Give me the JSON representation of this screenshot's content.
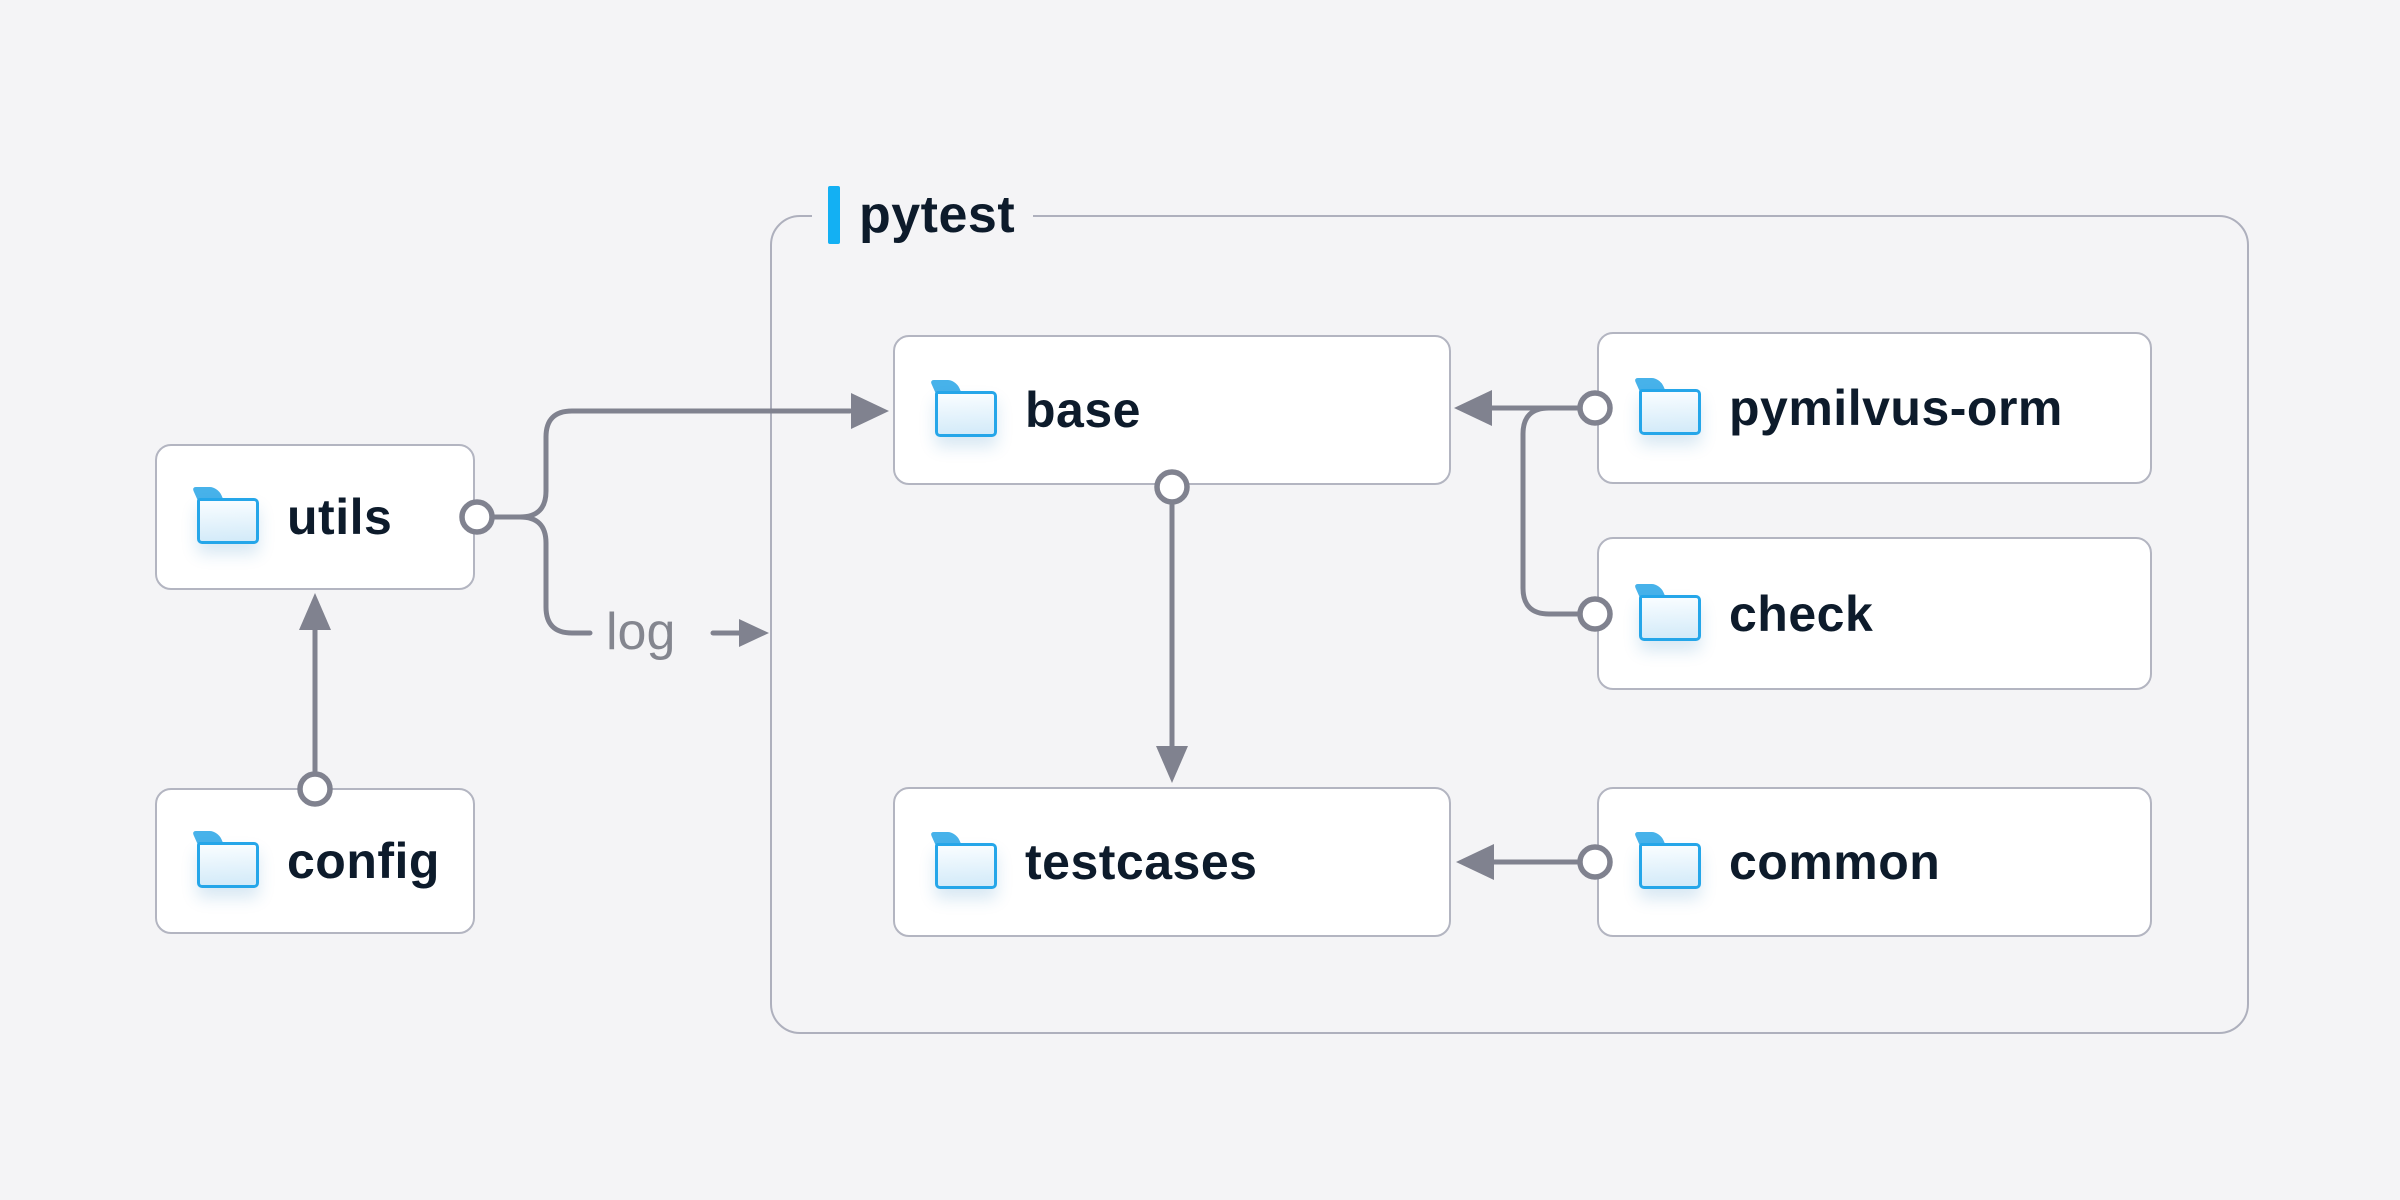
{
  "container": {
    "label": "pytest"
  },
  "nodes": [
    {
      "id": "utils",
      "label": "utils"
    },
    {
      "id": "config",
      "label": "config"
    },
    {
      "id": "base",
      "label": "base"
    },
    {
      "id": "pymilvus-orm",
      "label": "pymilvus-orm"
    },
    {
      "id": "check",
      "label": "check"
    },
    {
      "id": "testcases",
      "label": "testcases"
    },
    {
      "id": "common",
      "label": "common"
    }
  ],
  "edges": [
    {
      "from": "config",
      "to": "utils"
    },
    {
      "from": "utils",
      "to": "base"
    },
    {
      "from": "utils",
      "to": "pytest",
      "label": "log"
    },
    {
      "from": "pymilvus-orm",
      "to": "base"
    },
    {
      "from": "check",
      "to": "base"
    },
    {
      "from": "base",
      "to": "testcases"
    },
    {
      "from": "common",
      "to": "testcases"
    }
  ],
  "colors": {
    "background": "#f4f4f6",
    "accent_blue": "#13b0f3",
    "folder_blue": "#25a6e9",
    "text_navy": "#0d1b2b",
    "connector_gray": "#80828f",
    "border_gray": "#b3b5c1"
  }
}
